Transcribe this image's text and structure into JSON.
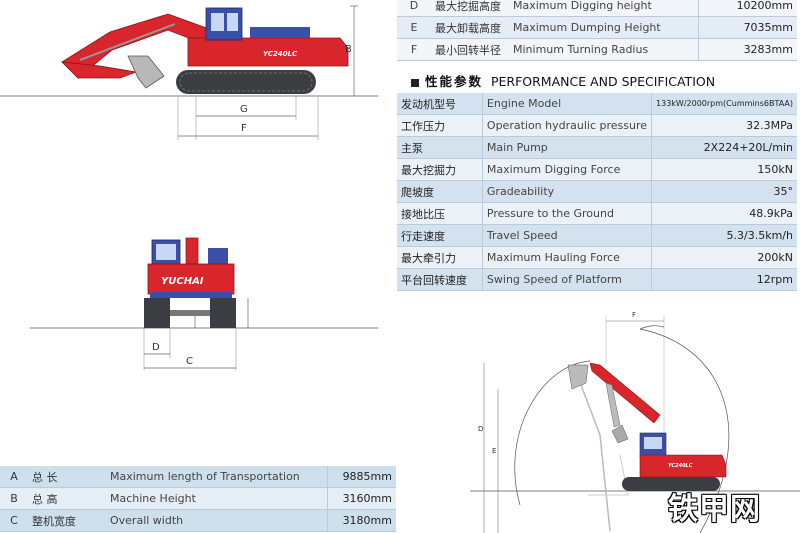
{
  "range_table": [
    {
      "code": "D",
      "zh": "最大挖掘高度",
      "en": "Maximum Digging height",
      "value": "10200mm"
    },
    {
      "code": "E",
      "zh": "最大卸载高度",
      "en": "Maximum Dumping Height",
      "value": "7035mm"
    },
    {
      "code": "F",
      "zh": "最小回转半径",
      "en": "Minimum Turning Radius",
      "value": "3283mm"
    }
  ],
  "performance": {
    "title_zh": "性能参数",
    "title_en": "PERFORMANCE AND SPECIFICATION",
    "rows": [
      {
        "zh": "发动机型号",
        "en": "Engine Model",
        "value": "133kW/2000rpm(Cummins6BTAA)"
      },
      {
        "zh": "工作压力",
        "en": "Operation hydraulic pressure",
        "value": "32.3MPa"
      },
      {
        "zh": "主泵",
        "en": "Main Pump",
        "value": "2X224+20L/min"
      },
      {
        "zh": "最大挖掘力",
        "en": "Maximum Digging Force",
        "value": "150kN"
      },
      {
        "zh": "爬坡度",
        "en": "Gradeability",
        "value": "35°"
      },
      {
        "zh": "接地比压",
        "en": "Pressure to the Ground",
        "value": "48.9kPa"
      },
      {
        "zh": "行走速度",
        "en": "Travel Speed",
        "value": "5.3/3.5km/h"
      },
      {
        "zh": "最大牵引力",
        "en": "Maximum Hauling Force",
        "value": "200kN"
      },
      {
        "zh": "平台回转速度",
        "en": "Swing Speed of Platform",
        "value": "12rpm"
      }
    ]
  },
  "dimension_table": [
    {
      "code": "A",
      "zh": "总 长",
      "en": "Maximum length of Transportation",
      "value": "9885mm"
    },
    {
      "code": "B",
      "zh": "总 高",
      "en": "Machine Height",
      "value": "3160mm"
    },
    {
      "code": "C",
      "zh": "整机宽度",
      "en": "Overall width",
      "value": "3180mm"
    }
  ],
  "diagram_labels": {
    "side_b": "B",
    "side_g": "G",
    "side_f": "F",
    "front_d": "D",
    "front_c": "C",
    "brand": "YUCHAI",
    "model": "YC240LC",
    "range_f": "F",
    "range_d": "D",
    "range_e": "E"
  },
  "watermark": "铁甲网",
  "colors": {
    "machine_red": "#d8262c",
    "cab_blue": "#3a50a8",
    "track": "#3b3d42",
    "table_blue": "#cfe0ed"
  }
}
